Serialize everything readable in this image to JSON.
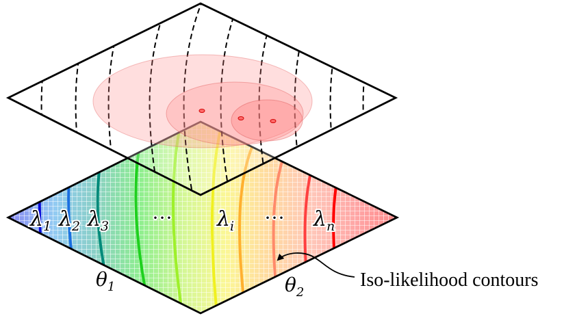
{
  "lambda_labels": [
    {
      "id": "lambda-1",
      "base": "λ",
      "sub": "1"
    },
    {
      "id": "lambda-2",
      "base": "λ",
      "sub": "2"
    },
    {
      "id": "lambda-3",
      "base": "λ",
      "sub": "3"
    },
    {
      "id": "lambda-i",
      "base": "λ",
      "sub": "i"
    },
    {
      "id": "lambda-n",
      "base": "λ",
      "sub": "n"
    }
  ],
  "ellipsis": "···",
  "axis_labels": {
    "theta1": {
      "base": "θ",
      "sub": "1"
    },
    "theta2": {
      "base": "θ",
      "sub": "2"
    }
  },
  "annotation": "Iso-likelihood contours",
  "colors": {
    "outline": "#000000",
    "ellipse_fill": "#ff8a8a",
    "ellipse_stroke": "#e06060",
    "point": "#ff2020"
  },
  "contour_colors": [
    "#0a0ad8",
    "#1a6fe0",
    "#008a7a",
    "#1fd01f",
    "#9ef02a",
    "#f0f020",
    "#ffb030",
    "#ff8a6a",
    "#ff4040",
    "#ff0000"
  ]
}
